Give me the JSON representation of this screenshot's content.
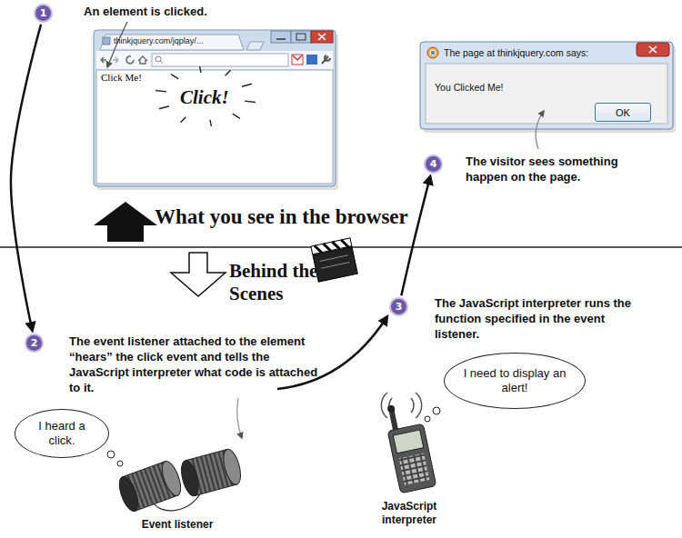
{
  "diagram": {
    "nodes": [
      {
        "text": [
          "1"
        ]
      },
      {
        "text": [
          "thinkjquery.com/jqplay/...",
          "Click Me!",
          "Click!"
        ]
      },
      {
        "text": [
          "The page at thinkjquery.com says:",
          "You Clicked Me!"
        ]
      },
      {
        "text": [
          "OK"
        ],
        "in": 2
      },
      {
        "text": [
          "4"
        ]
      },
      {
        "text": [
          "2"
        ]
      },
      {
        "text": [
          "3"
        ]
      },
      {
        "text": [
          "I heard a click."
        ]
      },
      {
        "text": [
          "I need to display an alert!"
        ]
      }
    ],
    "edges": [
      {
        "from": 0,
        "to": 5,
        "arrow": "to"
      },
      {
        "from": 6,
        "to": 4,
        "arrow": "to"
      }
    ],
    "labels": [
      "An element is clicked.",
      "The visitor sees something happen on the page.",
      "What you see in the browser",
      "Behind the Scenes",
      "The JavaScript interpreter runs the function specified in the event listener.",
      "The event listener attached to the element “hears” the click event and tells the JavaScript interpreter what code is attached to it.",
      "Event listener",
      "JavaScript interpreter"
    ]
  }
}
